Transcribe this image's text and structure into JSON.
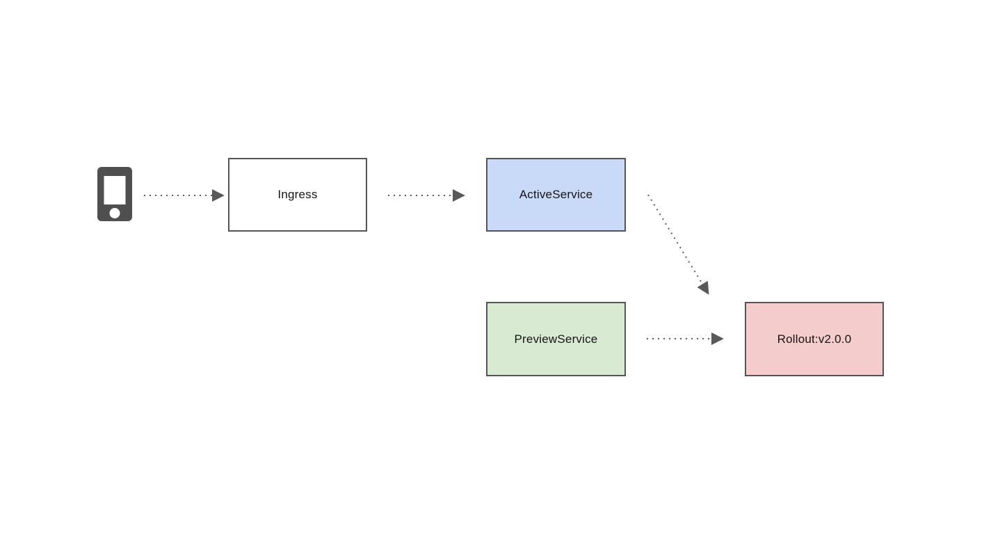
{
  "diagram": {
    "background": "#ffffff",
    "nodes": [
      {
        "id": "client-device",
        "kind": "phone-icon",
        "label": "",
        "fill": "#4f4f4f"
      },
      {
        "id": "ingress",
        "kind": "box",
        "label": "Ingress",
        "fill": "#ffffff"
      },
      {
        "id": "active-service",
        "kind": "box",
        "label": "ActiveService",
        "fill": "#c9daf8"
      },
      {
        "id": "preview-service",
        "kind": "box",
        "label": "PreviewService",
        "fill": "#d9ead3"
      },
      {
        "id": "rollout",
        "kind": "box",
        "label": "Rollout:v2.0.0",
        "fill": "#f4cccc"
      }
    ],
    "edges": [
      {
        "from": "client-device",
        "to": "ingress",
        "style": "dotted",
        "arrowhead": "solid-triangle"
      },
      {
        "from": "ingress",
        "to": "active-service",
        "style": "dotted",
        "arrowhead": "solid-triangle"
      },
      {
        "from": "active-service",
        "to": "rollout",
        "style": "dotted",
        "arrowhead": "solid-triangle"
      },
      {
        "from": "preview-service",
        "to": "rollout",
        "style": "dotted",
        "arrowhead": "solid-triangle"
      }
    ],
    "colors": {
      "node_border": "#545454",
      "edge": "#595959",
      "label_text": "#141414"
    }
  }
}
